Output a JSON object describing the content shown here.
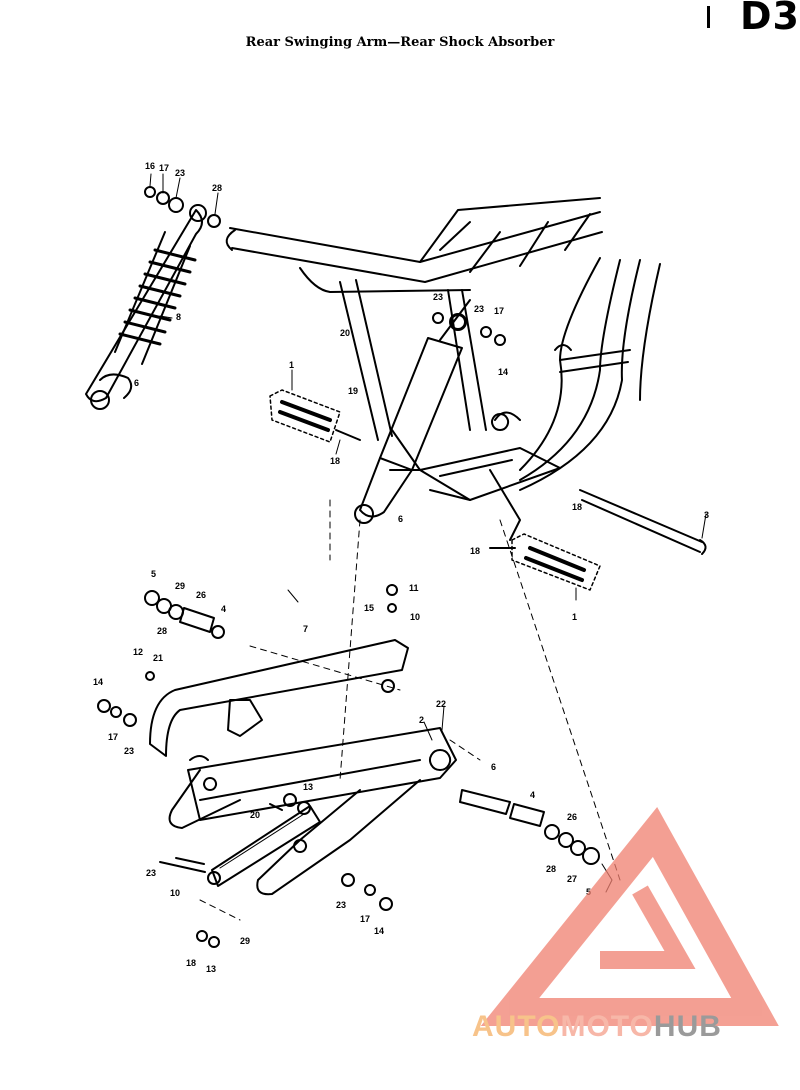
{
  "header": {
    "page_code": "D3",
    "title": "Rear Swinging Arm—Rear Shock Absorber"
  },
  "watermark": {
    "part_a": "AUTO",
    "part_b": "MOTO",
    "part_c": "HUB",
    "logo_color": "#f08070",
    "text_colors": [
      "#f7c38a",
      "#f7b7a8",
      "#9a9a9a"
    ]
  },
  "callouts": [
    {
      "id": "c16a",
      "text": "16"
    },
    {
      "id": "c17a",
      "text": "17"
    },
    {
      "id": "c23a",
      "text": "23"
    },
    {
      "id": "c28a",
      "text": "28"
    },
    {
      "id": "c8a",
      "text": "8"
    },
    {
      "id": "c6a",
      "text": "6"
    },
    {
      "id": "c23b",
      "text": "23"
    },
    {
      "id": "c23c",
      "text": "23"
    },
    {
      "id": "c17b",
      "text": "17"
    },
    {
      "id": "c14a",
      "text": "14"
    },
    {
      "id": "c20a",
      "text": "20"
    },
    {
      "id": "c19a",
      "text": "19"
    },
    {
      "id": "c1a",
      "text": "1"
    },
    {
      "id": "c18a",
      "text": "18"
    },
    {
      "id": "c6b",
      "text": "6"
    },
    {
      "id": "c18b",
      "text": "18"
    },
    {
      "id": "c3a",
      "text": "3"
    },
    {
      "id": "c18c",
      "text": "18"
    },
    {
      "id": "c1b",
      "text": "1"
    },
    {
      "id": "c5a",
      "text": "5"
    },
    {
      "id": "c29a",
      "text": "29"
    },
    {
      "id": "c26a",
      "text": "26"
    },
    {
      "id": "c4a",
      "text": "4"
    },
    {
      "id": "c28b",
      "text": "28"
    },
    {
      "id": "c11a",
      "text": "11"
    },
    {
      "id": "c15a",
      "text": "15"
    },
    {
      "id": "c10a",
      "text": "10"
    },
    {
      "id": "c7a",
      "text": "7"
    },
    {
      "id": "c12a",
      "text": "12"
    },
    {
      "id": "c21a",
      "text": "21"
    },
    {
      "id": "c14b",
      "text": "14"
    },
    {
      "id": "c17c",
      "text": "17"
    },
    {
      "id": "c23d",
      "text": "23"
    },
    {
      "id": "c22a",
      "text": "22"
    },
    {
      "id": "c2a",
      "text": "2"
    },
    {
      "id": "c13a",
      "text": "13"
    },
    {
      "id": "c20b",
      "text": "20"
    },
    {
      "id": "c6c",
      "text": "6"
    },
    {
      "id": "c4b",
      "text": "4"
    },
    {
      "id": "c26b",
      "text": "26"
    },
    {
      "id": "c28c",
      "text": "28"
    },
    {
      "id": "c27a",
      "text": "27"
    },
    {
      "id": "c5b",
      "text": "5"
    },
    {
      "id": "c23e",
      "text": "23"
    },
    {
      "id": "c10b",
      "text": "10"
    },
    {
      "id": "c23f",
      "text": "23"
    },
    {
      "id": "c17d",
      "text": "17"
    },
    {
      "id": "c14c",
      "text": "14"
    },
    {
      "id": "c18d",
      "text": "18"
    },
    {
      "id": "c13b",
      "text": "13"
    },
    {
      "id": "c29b",
      "text": "29"
    }
  ]
}
